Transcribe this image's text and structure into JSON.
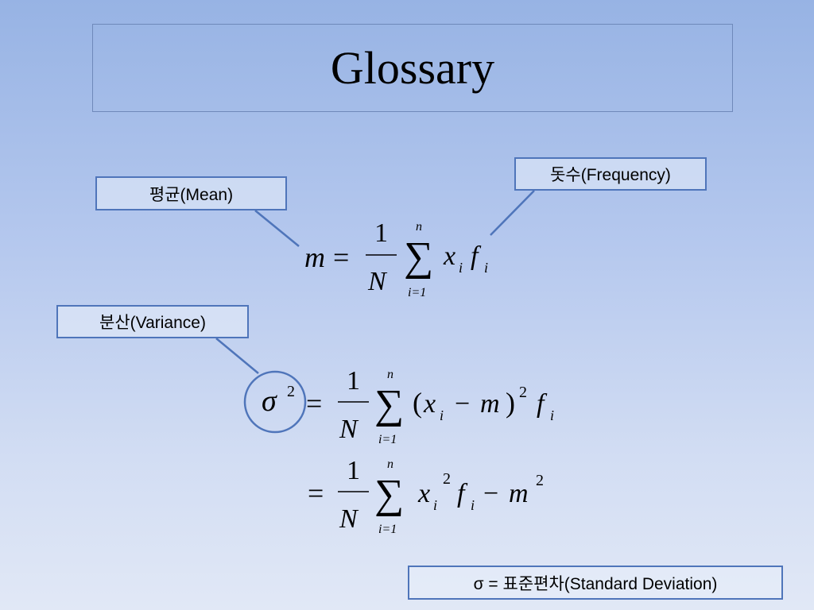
{
  "title": "Glossary",
  "labels": {
    "mean": "평균(Mean)",
    "frequency": "돗수(Frequency)",
    "variance": "분산(Variance)",
    "std_dev": "σ = 표준편차(Standard Deviation)"
  },
  "formulas": {
    "mean": {
      "lhs": "m",
      "eq": "=",
      "numerator": "1",
      "denominator": "N",
      "sum_top": "n",
      "sum_bottom": "i=1",
      "sigma": "∑",
      "term_x": "x",
      "term_x_sub": "i",
      "term_f": "f",
      "term_f_sub": "i"
    },
    "variance_line1": {
      "lhs": "σ",
      "lhs_sup": "2",
      "eq": "=",
      "numerator": "1",
      "denominator": "N",
      "sum_top": "n",
      "sum_bottom": "i=1",
      "sigma": "∑",
      "open_paren": "(",
      "term_x": "x",
      "term_x_sub": "i",
      "minus": "−",
      "term_m": "m",
      "close_paren": ")",
      "paren_sup": "2",
      "term_f": "f",
      "term_f_sub": "i"
    },
    "variance_line2": {
      "eq": "=",
      "numerator": "1",
      "denominator": "N",
      "sum_top": "n",
      "sum_bottom": "i=1",
      "sigma": "∑",
      "term_x": "x",
      "term_x_sub": "i",
      "term_x_sup": "2",
      "term_f": "f",
      "term_f_sub": "i",
      "minus": "−",
      "term_m": "m",
      "term_m_sup": "2"
    }
  },
  "colors": {
    "box_border": "#4f75ba",
    "connector": "#4f75ba",
    "title_border": "#6f89ba"
  }
}
